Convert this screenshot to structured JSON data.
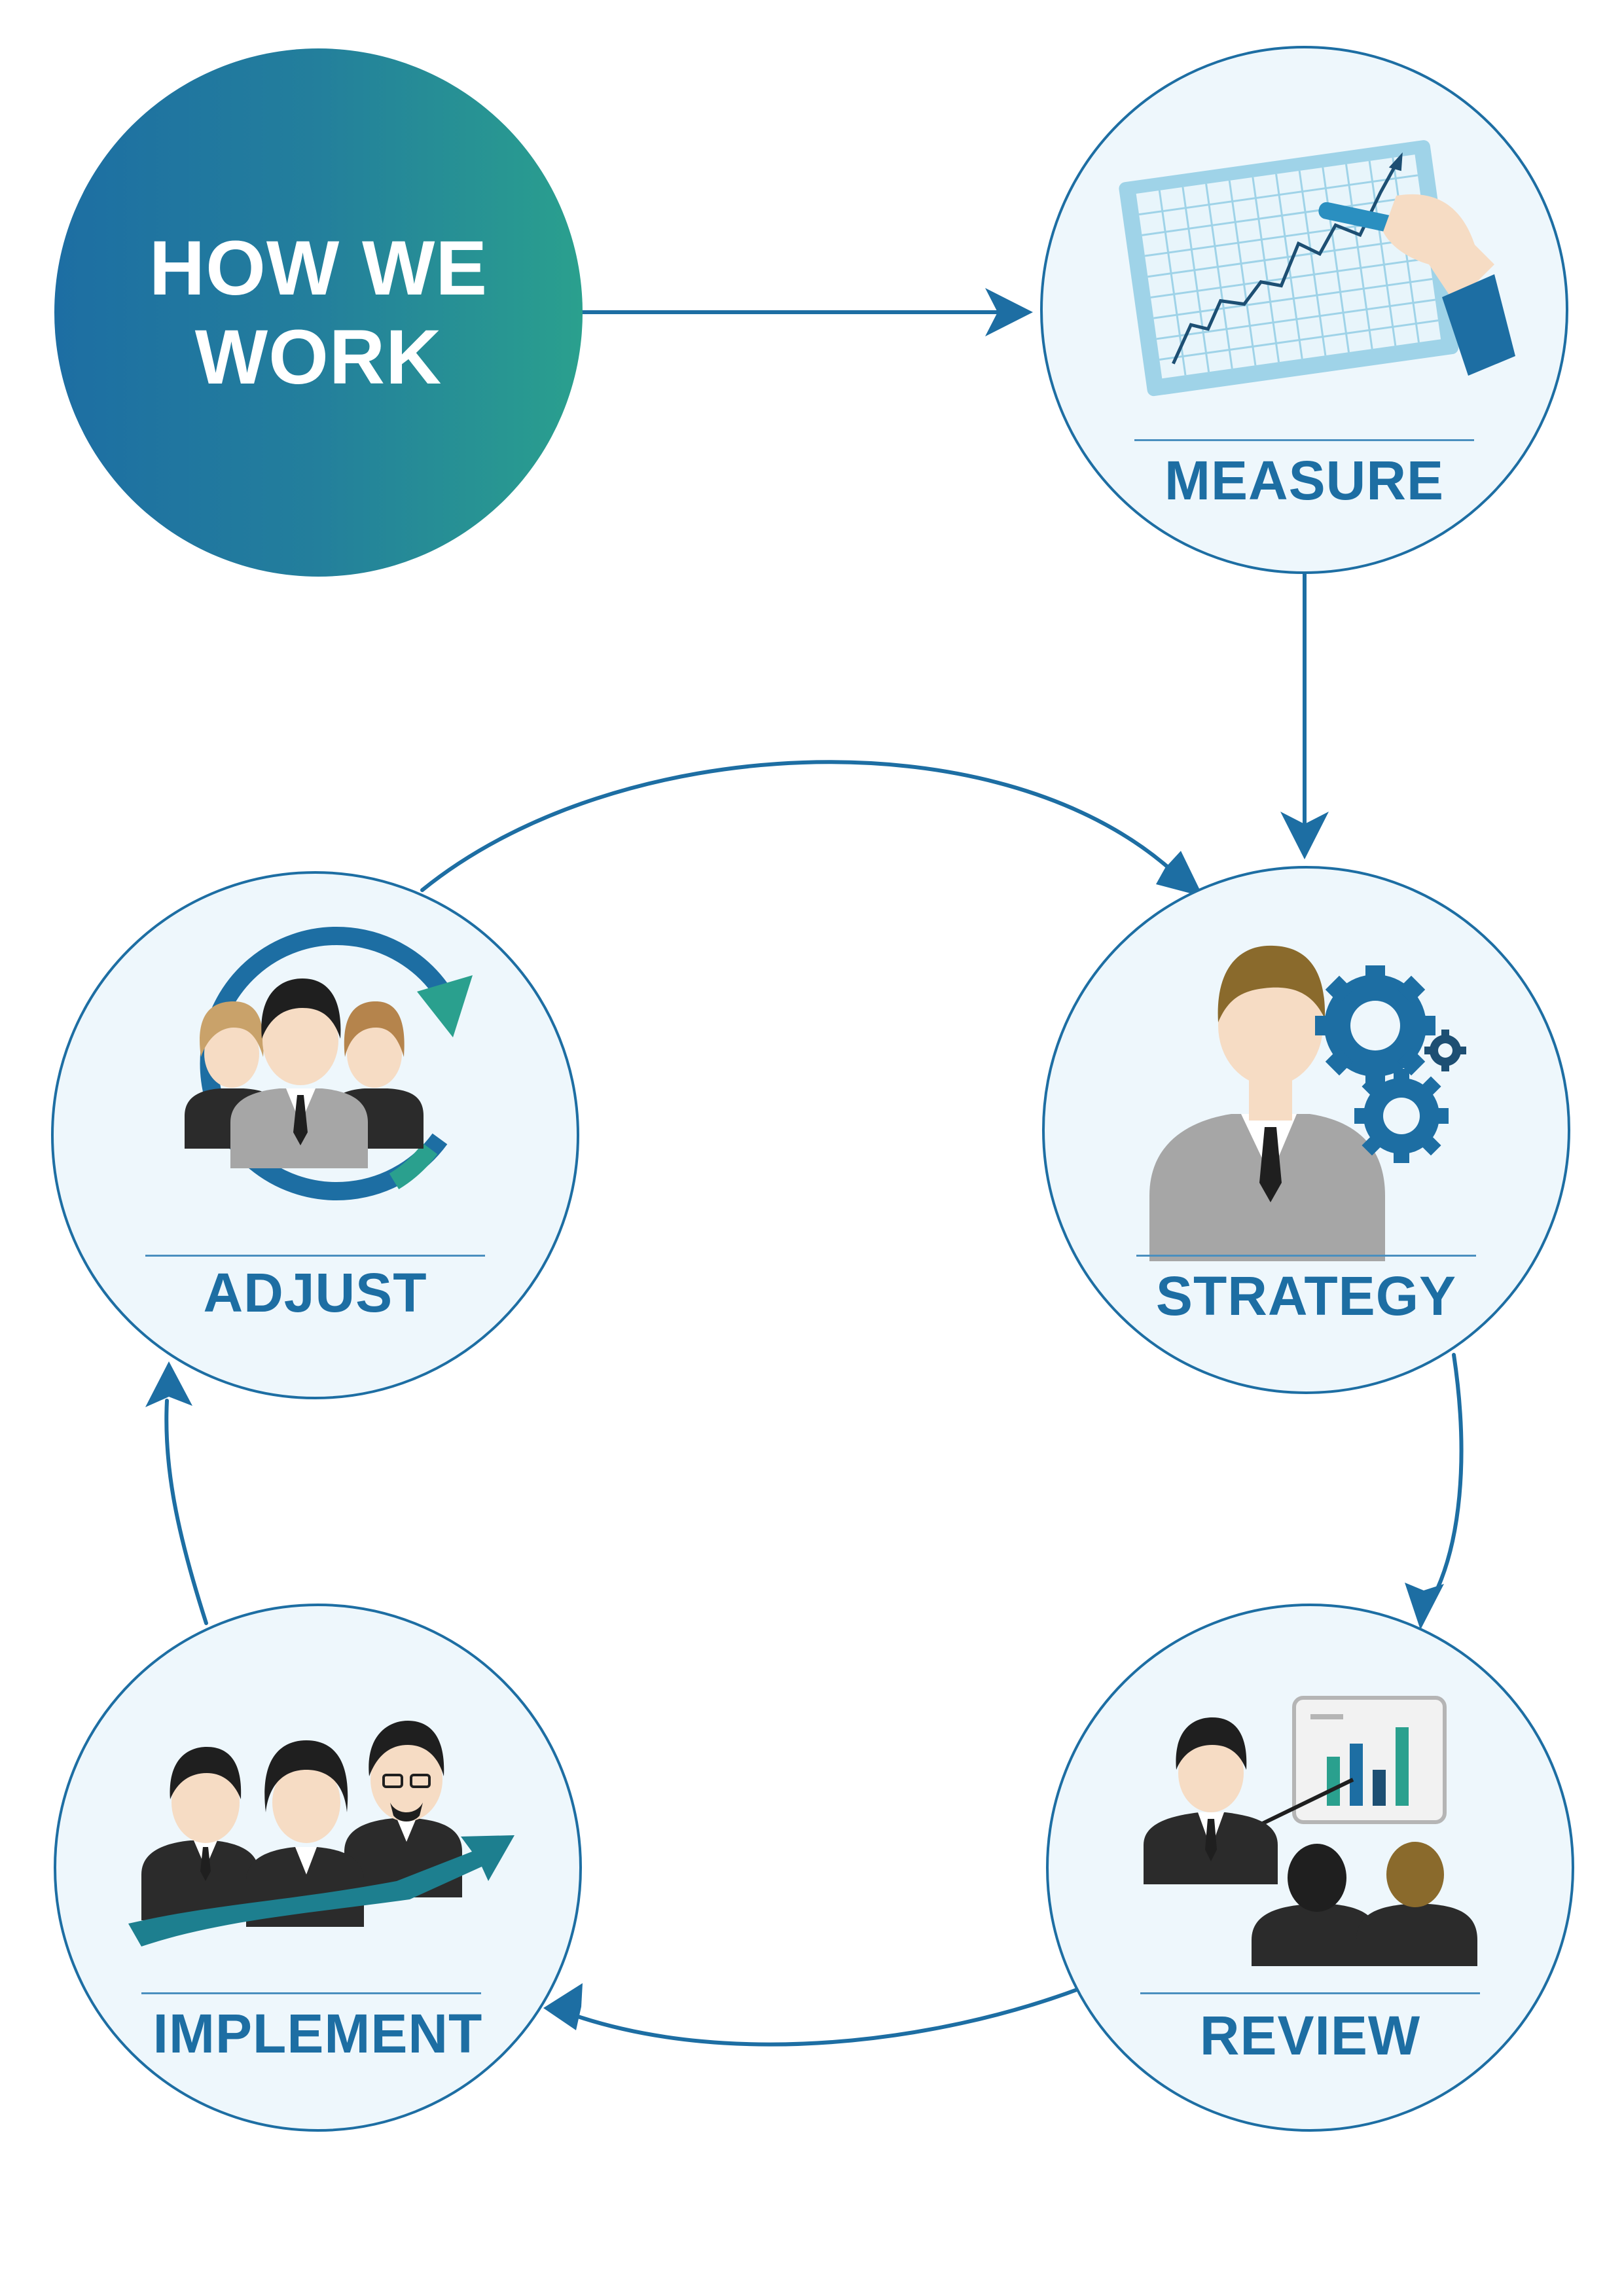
{
  "hero": {
    "line1": "HOW WE",
    "line2": "WORK"
  },
  "steps": {
    "measure": {
      "label": "MEASURE",
      "icon": "chart-drawing-icon"
    },
    "strategy": {
      "label": "STRATEGY",
      "icon": "businessman-gears-icon"
    },
    "review": {
      "label": "REVIEW",
      "icon": "presentation-icon"
    },
    "implement": {
      "label": "IMPLEMENT",
      "icon": "team-growth-icon"
    },
    "adjust": {
      "label": "ADJUST",
      "icon": "team-cycle-icon"
    }
  },
  "colors": {
    "primary": "#1d6ea3",
    "teal": "#2aa08e",
    "circle_fill": "#eef7fc",
    "suit_gray": "#a6a6a6",
    "suit_black": "#2b2b2b",
    "hair_brown": "#8a6a2c"
  }
}
